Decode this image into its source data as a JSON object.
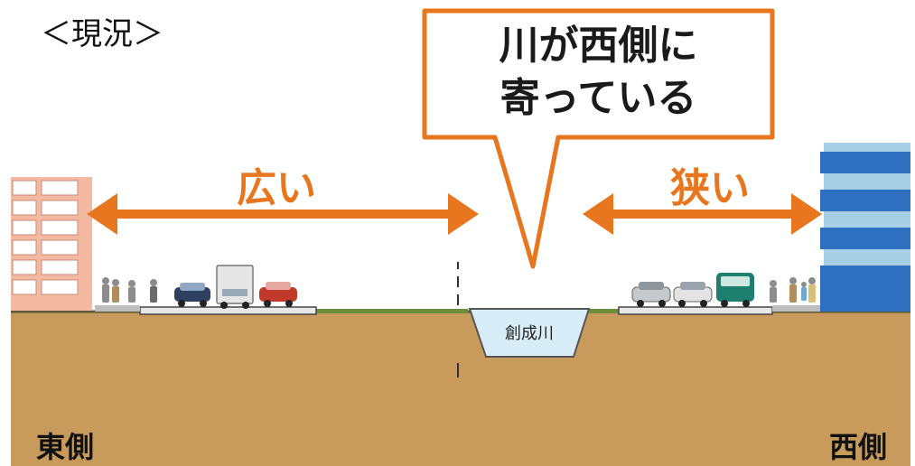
{
  "title": "＜現況＞",
  "callout": {
    "line1": "川が西側に",
    "line2": "寄っている"
  },
  "labels": {
    "wide": "広い",
    "narrow": "狭い",
    "east": "東側",
    "west": "西側",
    "river": "創成川"
  },
  "colors": {
    "accent_orange": "#e8761e",
    "ground": "#c89a5c",
    "east_building": "#f3b9a3",
    "west_building": "#2f6fc0",
    "water": "#d8edf7"
  }
}
